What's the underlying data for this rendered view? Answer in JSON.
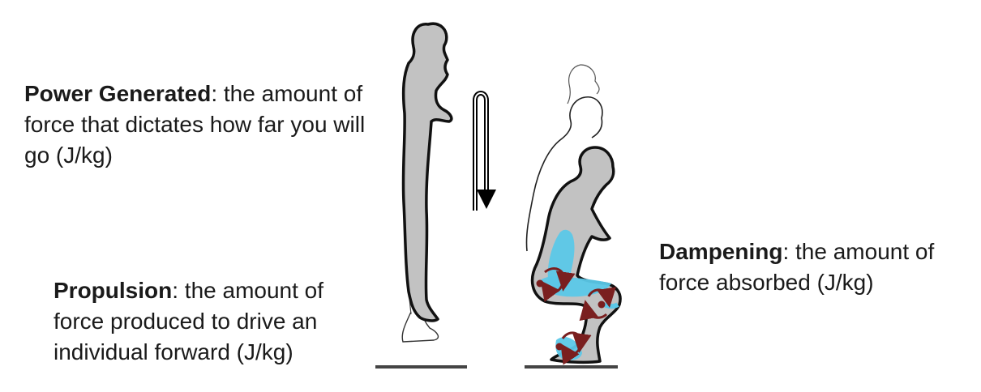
{
  "labels": {
    "power": {
      "term": "Power Generated",
      "description": ": the amount of force that dictates how far you will go (J/kg)"
    },
    "propulsion": {
      "term": "Propulsion",
      "description": ": the amount of force produced to drive an individual forward (J/kg)"
    },
    "dampening": {
      "term": "Dampening",
      "description": ": the amount of force absorbed (J/kg)"
    }
  },
  "colors": {
    "body_fill": "#c2c2c2",
    "body_stroke": "#111111",
    "muscle_highlight": "#5bc8e8",
    "rotation_arrow": "#7a1f1f",
    "ground": "#444444"
  }
}
